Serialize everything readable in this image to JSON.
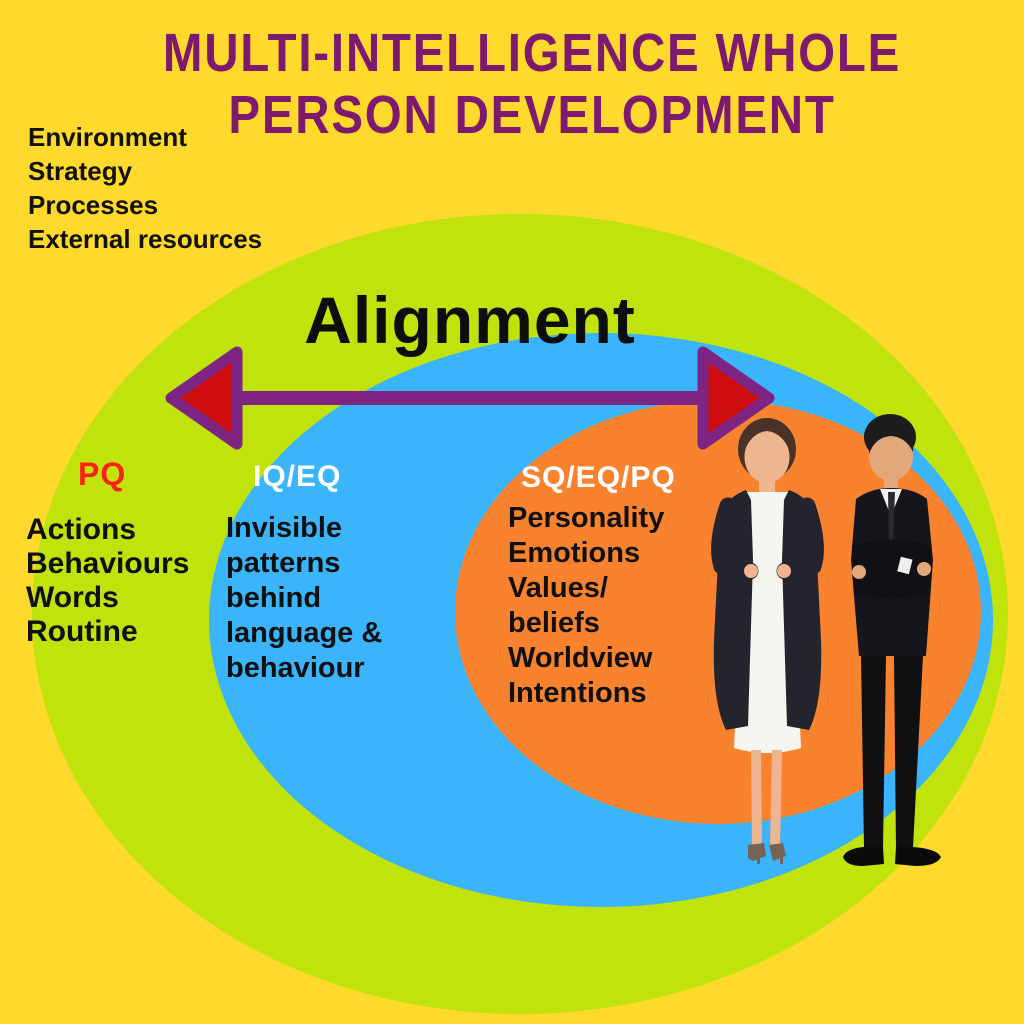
{
  "title": {
    "line1": "MULTI-INTELLIGENCE WHOLE",
    "line2": "PERSON DEVELOPMENT"
  },
  "external_factors": {
    "items": [
      "Environment",
      "Strategy",
      "Processes",
      "External resources"
    ]
  },
  "alignment_label": "Alignment",
  "zones": {
    "pq": {
      "label": "PQ",
      "items": [
        "Actions",
        "Behaviours",
        "Words",
        "Routine"
      ]
    },
    "iq_eq": {
      "label": "IQ/EQ",
      "lines": [
        "Invisible",
        "patterns",
        "behind",
        "language &",
        "behaviour"
      ]
    },
    "sq_eq_pq": {
      "label": "SQ/EQ/PQ",
      "lines": [
        "Personality",
        "Emotions",
        "Values/",
        "beliefs",
        "Worldview",
        "Intentions"
      ]
    }
  },
  "colors": {
    "background": "#FFD92B",
    "outer_ring_green": "#BFE30B",
    "middle_ring_blue": "#3AB4FB",
    "inner_ring_orange": "#F8822E",
    "title_purple": "#7D1A70",
    "arrow_shaft_purple": "#7E2483",
    "arrow_head_red": "#CE0E0E",
    "pq_label_red": "#FF2116",
    "zone_label_white": "#FFFFFF",
    "body_text_black": "#111111"
  }
}
